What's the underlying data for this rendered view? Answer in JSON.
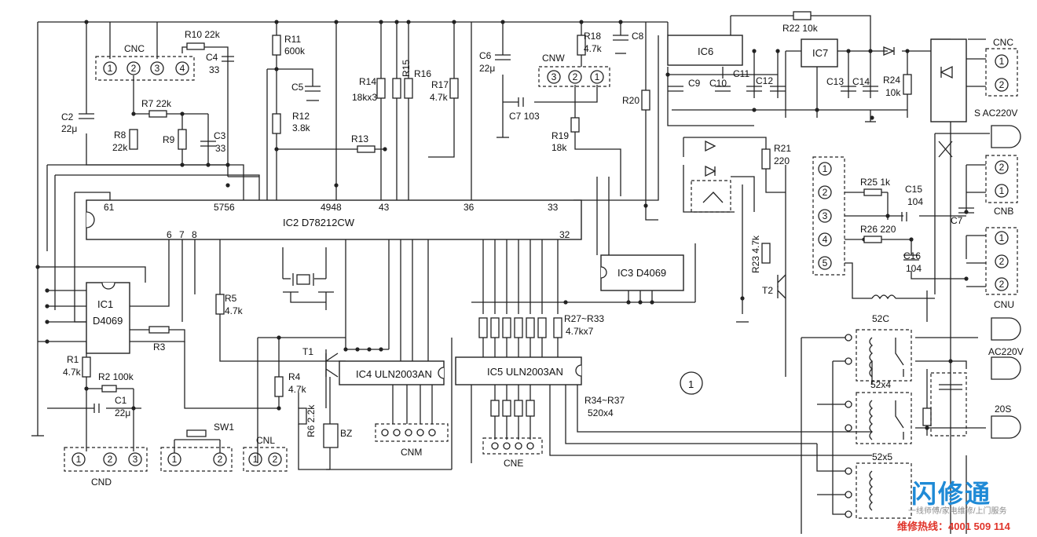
{
  "labels": {
    "cnc_top": "CNC",
    "r10": "R10 22k",
    "c4": "C4",
    "c4v": "33",
    "r11": "R11",
    "r11v": "600k",
    "c5": "C5",
    "r14": "R14",
    "r14v": "18kx3",
    "r15": "R15",
    "r16": "R16",
    "r17": "R17",
    "r17v": "4.7k",
    "c6": "C6",
    "c6v": "22μ",
    "cnw": "CNW",
    "r18": "R18",
    "r18v": "4.7k",
    "c8": "C8",
    "ic6": "IC6",
    "ic7": "IC7",
    "r22": "R22 10k",
    "cnc_right": "CNC",
    "c2": "C2",
    "c2v": "22μ",
    "r7": "R7 22k",
    "r8": "R8",
    "r8v": "22k",
    "r9": "R9",
    "c3": "C3",
    "c3v": "33",
    "r12": "R12",
    "r12v": "3.8k",
    "r13": "R13",
    "c7a": "C7 103",
    "r19": "R19",
    "r19v": "18k",
    "r20": "R20",
    "c9": "C9",
    "c10": "C10",
    "c11": "C11",
    "c12": "C12",
    "c13": "C13",
    "c14": "C14",
    "r24": "R24",
    "r24v": "10k",
    "s_ac": "S AC220V",
    "r21": "R21",
    "r21v": "220",
    "ic2": "IC2 D78212CW",
    "p61": "61",
    "p5756": "5756",
    "p4948": "4948",
    "p43": "43",
    "p36": "36",
    "p33": "33",
    "p6": "6",
    "p7": "7",
    "p8": "8",
    "p32": "32",
    "r25": "R25 1k",
    "c15": "C15",
    "c15v": "104",
    "cnb": "CNB",
    "c7b": "C7",
    "r26": "R26 220",
    "c16": "C16",
    "c16v": "104",
    "cnu": "CNU",
    "ic3": "IC3 D4069",
    "r23": "R23 4.7k",
    "t2": "T2",
    "ic1": "IC1",
    "ic1b": "D4069",
    "r5": "R5",
    "r5v": "4.7k",
    "r3": "R3",
    "r1": "R1",
    "r1v": "4.7k",
    "r2": "R2 100k",
    "c1": "C1",
    "c1v": "22μ",
    "t1": "T1",
    "r4": "R4",
    "r4v": "4.7k",
    "r6": "R6 2.2k",
    "bz": "BZ",
    "ic4": "IC4 ULN2003AN",
    "ic5": "IC5 ULN2003AN",
    "r27": "R27~R33",
    "r27v": "4.7kx7",
    "r34": "R34~R37",
    "r34v": "520x4",
    "circ1": "1",
    "k52c": "52C",
    "k52x4": "52x4",
    "k52x5": "52x5",
    "ac220v": "AC220V",
    "s20": "20S",
    "cnd": "CND",
    "sw1": "SW1",
    "cnl": "CNL",
    "cnm": "CNM",
    "cne": "CNE"
  },
  "watermark": {
    "title": "闪修通",
    "subtitle": "一线师傅/家电维修/上门服务",
    "hotline": "维修热线：4001 509 114"
  },
  "colors": {
    "watermark_blue": "#1f8ad6",
    "watermark_red": "#e0342a"
  }
}
